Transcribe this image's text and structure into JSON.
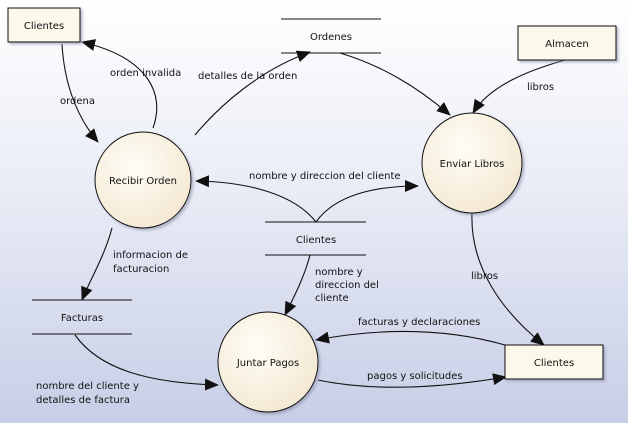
{
  "colors": {
    "entity_fill": "#fcf8ea",
    "process_fill": "#f6ecd8",
    "line": "#111111"
  },
  "entities": {
    "clientes_top": "Clientes",
    "almacen": "Almacen",
    "clientes_bottom": "Clientes"
  },
  "processes": {
    "recibir_orden": "Recibir Orden",
    "enviar_libros": "Enviar Libros",
    "juntar_pagos": "Juntar Pagos"
  },
  "stores": {
    "ordenes": "Ordenes",
    "clientes": "Clientes",
    "facturas": "Facturas"
  },
  "flows": {
    "ordena": "ordena",
    "orden_invalida": "orden invalida",
    "detalles_orden": "detalles de la orden",
    "libros_almacen": "libros",
    "nombre_direccion_cliente": "nombre y direccion del cliente",
    "informacion_facturacion": [
      "informacion de",
      "facturacion"
    ],
    "nombre_direccion_cliente_multi": [
      "nombre y",
      "direccion del",
      "cliente"
    ],
    "libros_envio": "libros",
    "facturas_declaraciones": "facturas y declaraciones",
    "pagos_solicitudes": "pagos y solicitudes",
    "nombre_cliente_factura": [
      "nombre del cliente y",
      "detalles de factura"
    ]
  }
}
